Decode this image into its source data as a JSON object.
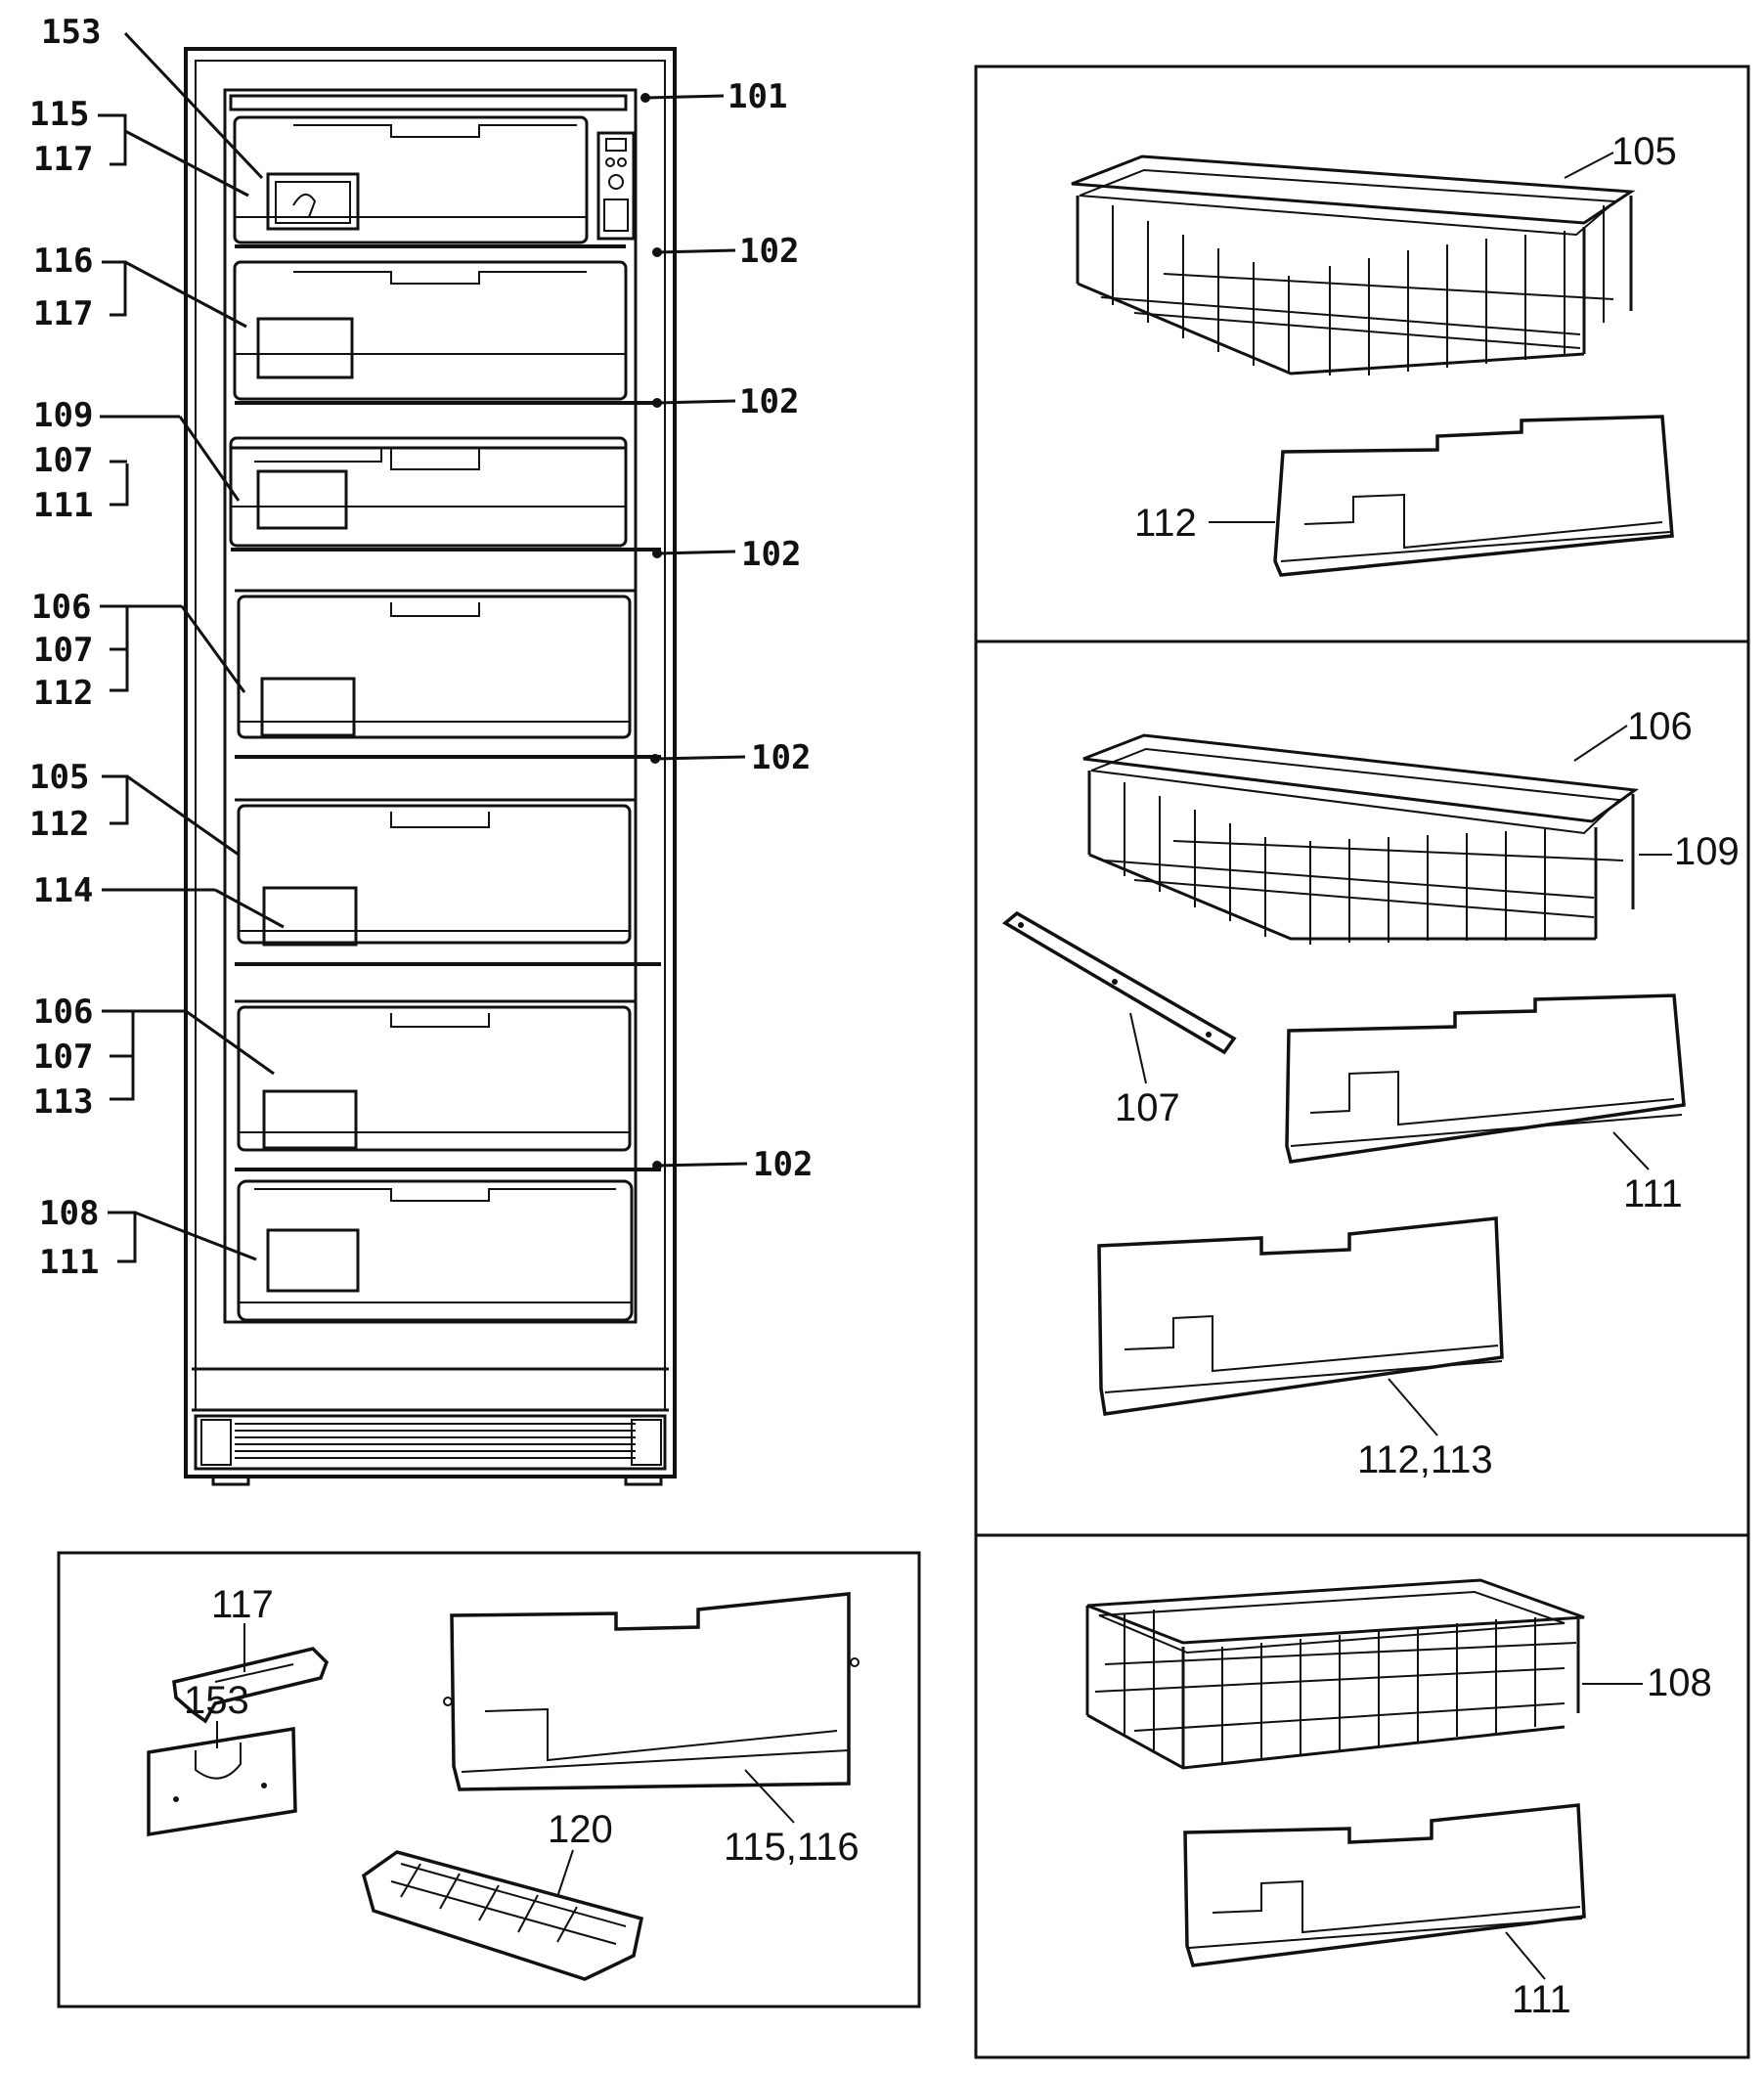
{
  "freezer_callouts": [
    {
      "id": "c153",
      "text": "153"
    },
    {
      "id": "c115",
      "text": "115"
    },
    {
      "id": "c117a",
      "text": "117"
    },
    {
      "id": "c101",
      "text": "101"
    },
    {
      "id": "c116",
      "text": "116"
    },
    {
      "id": "c117b",
      "text": "117"
    },
    {
      "id": "c102a",
      "text": "102"
    },
    {
      "id": "c102b",
      "text": "102"
    },
    {
      "id": "c109",
      "text": "109"
    },
    {
      "id": "c107a",
      "text": "107"
    },
    {
      "id": "c111a",
      "text": "111"
    },
    {
      "id": "c102c",
      "text": "102"
    },
    {
      "id": "c106a",
      "text": "106"
    },
    {
      "id": "c107b",
      "text": "107"
    },
    {
      "id": "c112a",
      "text": "112"
    },
    {
      "id": "c102d",
      "text": "102"
    },
    {
      "id": "c105",
      "text": "105"
    },
    {
      "id": "c112b",
      "text": "112"
    },
    {
      "id": "c114",
      "text": "114"
    },
    {
      "id": "c106b",
      "text": "106"
    },
    {
      "id": "c107c",
      "text": "107"
    },
    {
      "id": "c113",
      "text": "113"
    },
    {
      "id": "c102e",
      "text": "102"
    },
    {
      "id": "c108",
      "text": "108"
    },
    {
      "id": "c111b",
      "text": "111"
    }
  ],
  "panel_top": {
    "basket": "105",
    "front": "112"
  },
  "panel_mid": {
    "basket": "106",
    "basket_alt": "109",
    "rail": "107",
    "front_a": "111",
    "front_b": "112,113"
  },
  "panel_bottom": {
    "basket": "108",
    "front": "111"
  },
  "panel_accessories": {
    "latch": "117",
    "plate": "153",
    "tray": "120",
    "cover": "115,116"
  }
}
